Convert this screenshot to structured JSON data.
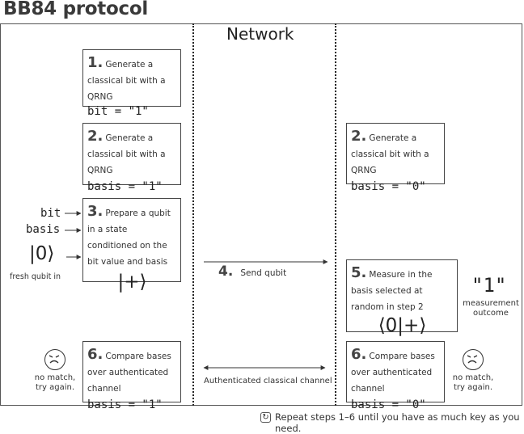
{
  "title": "BB84 protocol",
  "network_label": "Network",
  "alice": {
    "step1": {
      "num": "1.",
      "text": "Generate a classical bit with a QRNG",
      "code": "bit = \"1\""
    },
    "step2": {
      "num": "2.",
      "text": "Generate a classical bit with a QRNG",
      "code": "basis = \"1\""
    },
    "step3": {
      "num": "3.",
      "text": "Prepare a qubit in a state conditioned on the bit value and basis",
      "state": "|+⟩"
    },
    "step6": {
      "num": "6.",
      "text": "Compare bases over authenticated channel",
      "code": "basis = \"1\""
    },
    "inputs": {
      "bit": "bit",
      "basis": "basis",
      "qubit": "|0⟩",
      "qubit_caption": "fresh qubit in"
    },
    "no_match": "no match, try again."
  },
  "bob": {
    "step2": {
      "num": "2.",
      "text": "Generate a classical bit with a QRNG",
      "code": "basis = \"0\""
    },
    "step5": {
      "num": "5.",
      "text": "Measure in the basis selected at random in step 2",
      "bracket": "⟨0|+⟩"
    },
    "step6": {
      "num": "6.",
      "text": "Compare bases over authenticated channel",
      "code": "basis = \"0\""
    },
    "outcome": "\"1\"",
    "outcome_caption": "measurement outcome",
    "no_match": "no match, try again."
  },
  "channel": {
    "step4_num": "4.",
    "step4_text": "Send qubit",
    "classical": "Authenticated classical channel"
  },
  "footer": "Repeat steps 1–6 until you have as much key as you need.",
  "icons": [
    "sad-face-icon",
    "repeat-icon",
    "arrow-right-icon",
    "double-arrow-icon"
  ]
}
